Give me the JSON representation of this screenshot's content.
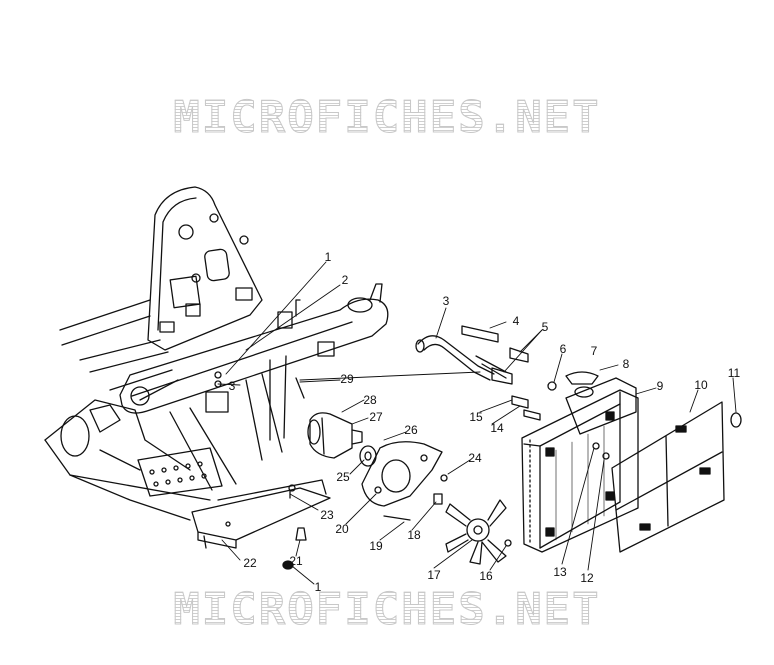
{
  "watermark": {
    "top_text": "MICROFICHES.NET",
    "bottom_text": "MICROFICHES.NET"
  },
  "callouts": [
    {
      "id": "c1a",
      "label": "1"
    },
    {
      "id": "c2",
      "label": "2"
    },
    {
      "id": "c3a",
      "label": "3"
    },
    {
      "id": "c3b",
      "label": "3"
    },
    {
      "id": "c4",
      "label": "4"
    },
    {
      "id": "c5",
      "label": "5"
    },
    {
      "id": "c6",
      "label": "6"
    },
    {
      "id": "c7",
      "label": "7"
    },
    {
      "id": "c8",
      "label": "8"
    },
    {
      "id": "c9",
      "label": "9"
    },
    {
      "id": "c10",
      "label": "10"
    },
    {
      "id": "c11",
      "label": "11"
    },
    {
      "id": "c12",
      "label": "12"
    },
    {
      "id": "c13",
      "label": "13"
    },
    {
      "id": "c14",
      "label": "14"
    },
    {
      "id": "c15",
      "label": "15"
    },
    {
      "id": "c16",
      "label": "16"
    },
    {
      "id": "c17",
      "label": "17"
    },
    {
      "id": "c18",
      "label": "18"
    },
    {
      "id": "c19",
      "label": "19"
    },
    {
      "id": "c20",
      "label": "20"
    },
    {
      "id": "c21",
      "label": "21"
    },
    {
      "id": "c22",
      "label": "22"
    },
    {
      "id": "c23",
      "label": "23"
    },
    {
      "id": "c24",
      "label": "24"
    },
    {
      "id": "c25",
      "label": "25"
    },
    {
      "id": "c26",
      "label": "26"
    },
    {
      "id": "c27",
      "label": "27"
    },
    {
      "id": "c28",
      "label": "28"
    },
    {
      "id": "c29",
      "label": "29"
    },
    {
      "id": "c1b",
      "label": "1"
    }
  ]
}
